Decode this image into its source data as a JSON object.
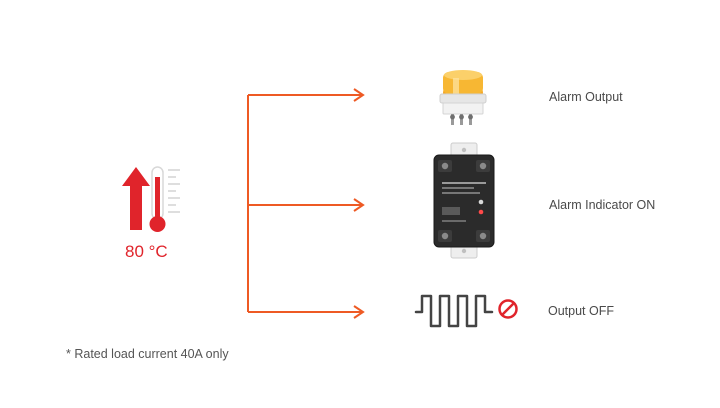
{
  "temperature": {
    "value_label": "80 °C"
  },
  "outputs": [
    {
      "label": "Alarm Output"
    },
    {
      "label": "Alarm Indicator ON"
    },
    {
      "label": "Output OFF"
    }
  ],
  "footnote": "* Rated load current 40A only",
  "colors": {
    "accent_red": "#e0242b",
    "connector_orange": "#ee5a24",
    "beacon_amber": "#f5a623"
  },
  "icons": [
    "up-arrow-icon",
    "thermometer-icon",
    "warning-beacon-icon",
    "solid-state-relay-image",
    "square-wave-icon",
    "prohibited-icon"
  ]
}
